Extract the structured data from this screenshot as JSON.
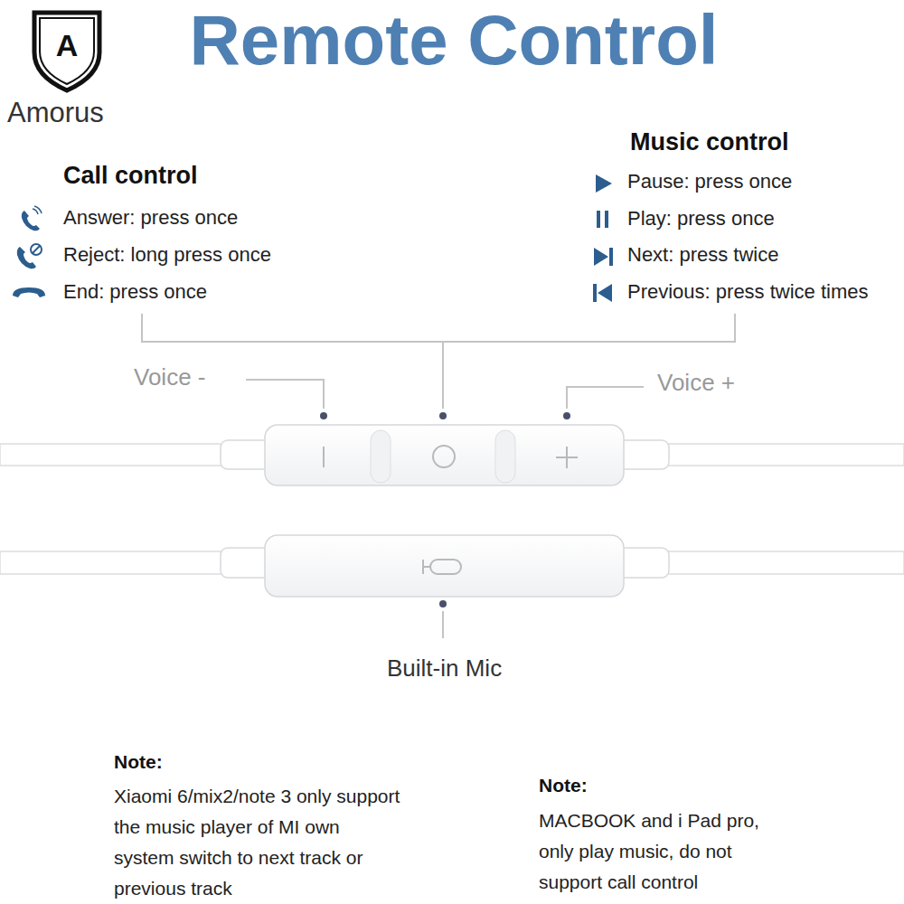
{
  "diagram": {
    "title": "Remote Control",
    "labels": [
      "A",
      "Amorus",
      "Call control",
      "Answer: press once",
      "Reject: long press once",
      "End: press once",
      "Music control",
      "Pause: press once",
      "Play: press once",
      "Next: press twice",
      "Previous: press twice times",
      "Voice -",
      "Voice +",
      "Built-in Mic",
      "Note:",
      "Xiaomi 6/mix2/note 3 only support the music player of MI own system switch to next track or previous track",
      "Note:",
      "MACBOOK and i Pad pro, only play music, do not support call control"
    ]
  }
}
